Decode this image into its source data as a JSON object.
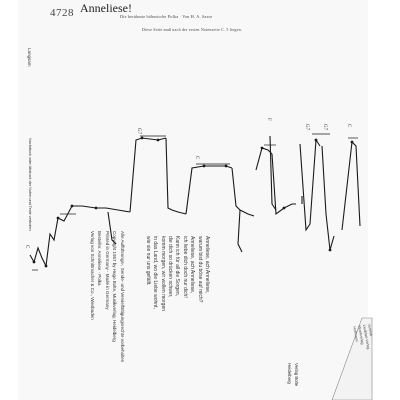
{
  "header": {
    "number": "4728",
    "title": "Anneliese!",
    "subtitle": "Die berühmte böhmische Polka · Von H. A. Sasse",
    "note": "Diese Seite muß nach der ersten Notenseite C. 5 liegen."
  },
  "left_margin": {
    "tempo_marking": "Langsam",
    "side_credit": "Nachdruck oder Abdruck der Noten und Texte verboten"
  },
  "lyrics": {
    "lines": [
      "Anneliese, ach Anneliese,",
      "warum bist du böse auf mich?",
      "Anneliese, ach Anneliese,",
      "ich liebe dich doch nur dich!",
      "Kann ich für all die Sorgen,",
      "die dich so drücken schwer,",
      "komm morgen, wir wollen morgen",
      "in das Land, wo die Liebe wohnt,",
      "wie sie nur uns gefällt."
    ]
  },
  "rights": {
    "lines": [
      "Alle Aufführungs-, Sende- und Vervielfältigungsrechte vorbehalten",
      "Copyright 1957 by Hugo Bolte, Musikverlag, Heidelberg",
      "Printed in Germany · Made in Germany",
      "Bestellnr. Anneliese · Polka",
      "Verlag von Schnittmacher & Co., Wiesbaden"
    ]
  },
  "publisher": {
    "lines": [
      "Verlag Bolte",
      "Heidelberg"
    ]
  },
  "stamp": {
    "lines": [
      "Vertrieb",
      "Liedblatt-Verlag",
      "Musikverlag",
      "Hoffmann"
    ]
  },
  "music": {
    "chords": {
      "low": "C",
      "c1": "G7",
      "c2": "C",
      "c3": "F",
      "c4": "G7",
      "c5": "G7",
      "c6": "C"
    }
  }
}
